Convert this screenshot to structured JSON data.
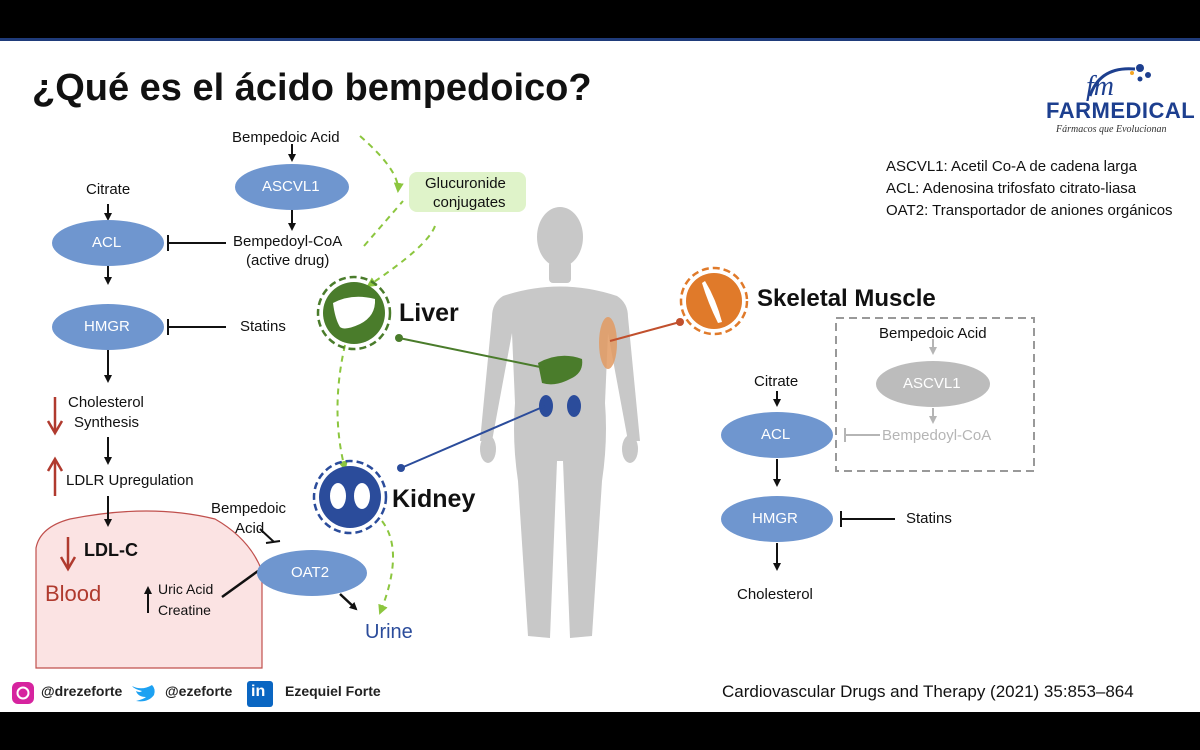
{
  "title": "¿Qué es el ácido bempedoico?",
  "logo": {
    "name": "FARMEDICAL",
    "tagline": "Fármacos que Evolucionan",
    "monogram": "fm"
  },
  "abbreviations": [
    "ASCVL1: Acetil Co-A de cadena larga",
    "ACL: Adenosina trifosfato citrato-liasa",
    "OAT2: Transportador de aniones orgánicos"
  ],
  "pathway_left": {
    "bempedoic_acid": "Bempedoic Acid",
    "ascvl1": "ASCVL1",
    "bempedoyl_coa": "Bempedoyl-CoA",
    "active_drug": "(active drug)",
    "citrate": "Citrate",
    "acl": "ACL",
    "hmgr": "HMGR",
    "statins": "Statins",
    "cholesterol": "Cholesterol",
    "synthesis": "Synthesis",
    "ldlr": "LDLR Upregulation",
    "ldlc": "LDL-C",
    "blood": "Blood",
    "uric_acid": "Uric Acid",
    "creatine": "Creatine",
    "bempedoic": "Bempedoic",
    "acid": "Acid",
    "oat2": "OAT2",
    "urine": "Urine",
    "glucuronide_1": "Glucuronide",
    "glucuronide_2": "conjugates"
  },
  "organs": {
    "liver": "Liver",
    "kidney": "Kidney",
    "muscle": "Skeletal Muscle"
  },
  "pathway_muscle": {
    "bempedoic_acid": "Bempedoic Acid",
    "ascvl1": "ASCVL1",
    "bempedoyl_coa": "Bempedoyl-CoA",
    "citrate": "Citrate",
    "acl": "ACL",
    "hmgr": "HMGR",
    "statins": "Statins",
    "cholesterol": "Cholesterol"
  },
  "social": {
    "instagram": "@drezeforte",
    "twitter": "@ezeforte",
    "linkedin": "Ezequiel Forte",
    "linkedin_mark": "in"
  },
  "reference": "Cardiovascular Drugs and Therapy (2021) 35:853–864",
  "colors": {
    "node_blue": "#6f96cf",
    "node_grey": "#bcbcbc",
    "liver_green": "#4a7c2b",
    "kidney_blue": "#2b4c9b",
    "muscle_orange": "#e07a2a",
    "red_arrow": "#b03a2e",
    "glucuronide_fill": "#dff3c9",
    "blood_fill": "#fbe3e3",
    "dashed_green": "#8cc63f"
  }
}
